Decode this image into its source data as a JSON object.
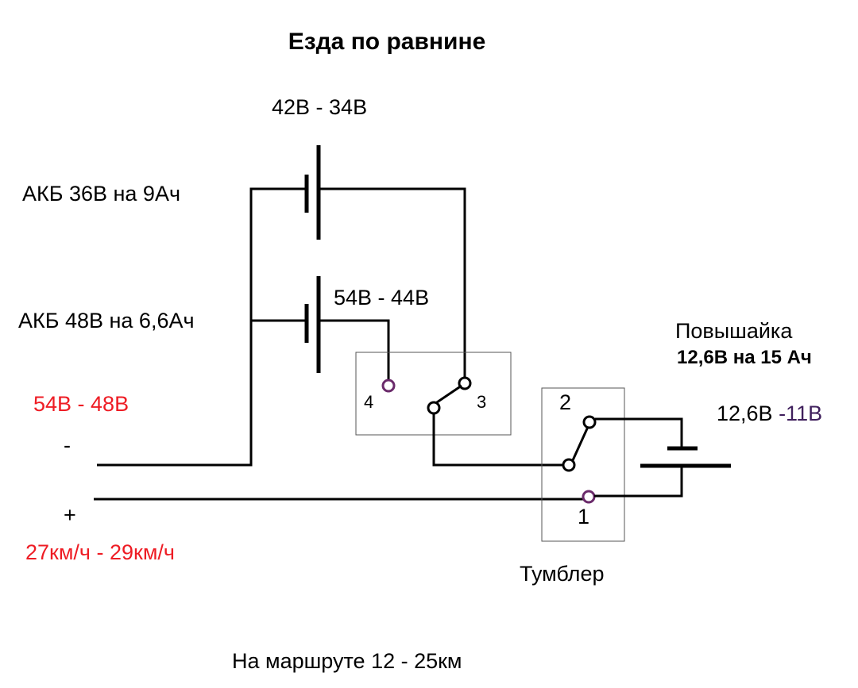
{
  "title": "Езда по равнине",
  "battery36": {
    "label": "АКБ 36В на 9Ач",
    "voltage": "42В - 34В"
  },
  "battery48": {
    "label": "АКБ 48В на 6,6Ач",
    "voltage": "54В - 44В"
  },
  "output": {
    "voltage": "54В - 48В",
    "minus": "-",
    "plus": "+",
    "speed": "27км/ч - 29км/ч"
  },
  "selector": {
    "terminal_4": "4",
    "terminal_3": "3"
  },
  "toggle": {
    "terminal_2": "2",
    "terminal_1": "1",
    "caption": "Тумблер"
  },
  "booster": {
    "title": "Повышайка",
    "rating": "12,6В на 15 Ач",
    "voltage_max": "12,6В ",
    "voltage_min": "-11В"
  },
  "route": "На маршруте 12 - 25км",
  "colors": {
    "red": "#ee1c24",
    "purple": "#3f1f5c",
    "terminal_purple": "#6b2b6b"
  }
}
